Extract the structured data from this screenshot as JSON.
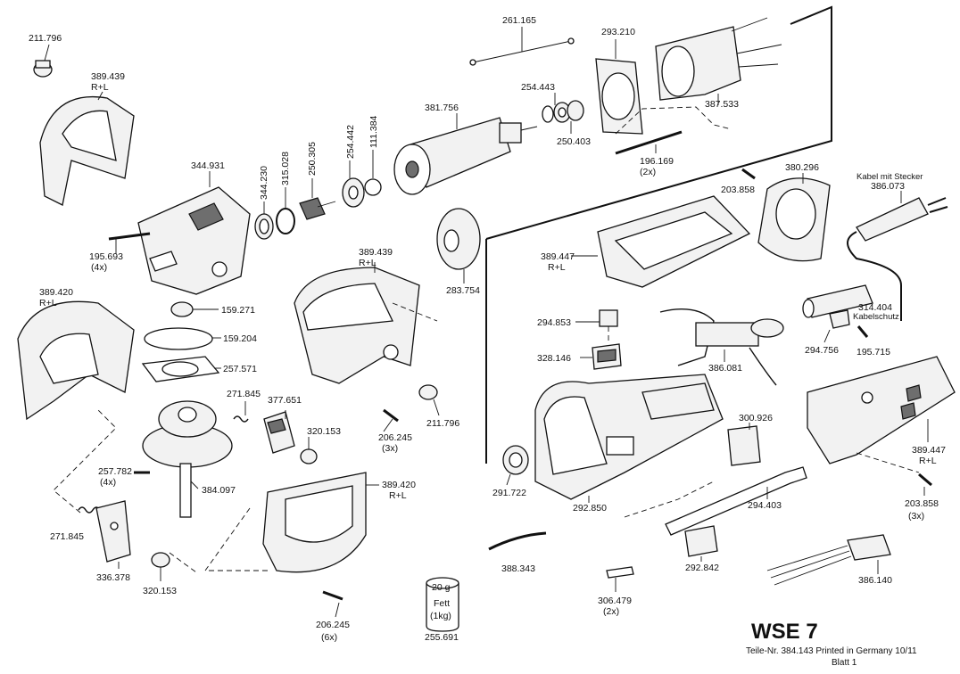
{
  "labels": {
    "p211796a": "211.796",
    "p389439a_1": "389.439",
    "p389439a_2": "R+L",
    "p261165": "261.165",
    "p293210": "293.210",
    "p254443": "254.443",
    "p387533": "387.533",
    "p381756": "381.756",
    "p250403": "250.403",
    "p111384": "111.384",
    "p254442": "254.442",
    "p250305": "250.305",
    "p315028": "315.028",
    "p344230": "344.230",
    "p344931": "344.931",
    "p196169_1": "196.169",
    "p196169_2": "(2x)",
    "p203858a": "203.858",
    "p380296": "380.296",
    "p386073_1": "Kabel mit Stecker",
    "p386073_2": "386.073",
    "p195693_1": "195.693",
    "p195693_2": "(4x)",
    "p389439b_1": "389.439",
    "p389439b_2": "R+L",
    "p283754": "283.754",
    "p389447a_1": "389.447",
    "p389447a_2": "R+L",
    "p389420a_1": "389.420",
    "p389420a_2": "R+L",
    "p159271": "159.271",
    "p159204": "159.204",
    "p257571": "257.571",
    "p314404_1": "314.404",
    "p314404_2": "Kabelschutz",
    "p294853": "294.853",
    "p328146": "328.146",
    "p386081": "386.081",
    "p294756": "294.756",
    "p195715": "195.715",
    "p271845a": "271.845",
    "p377651": "377.651",
    "p211796b": "211.796",
    "p206245a_1": "206.245",
    "p206245a_2": "(3x)",
    "p320153a": "320.153",
    "p300926": "300.926",
    "p389447b_1": "389.447",
    "p389447b_2": "R+L",
    "p257782_1": "257.782",
    "p257782_2": "(4x)",
    "p384097": "384.097",
    "p389420b_1": "389.420",
    "p389420b_2": "R+L",
    "p291722": "291.722",
    "p292850": "292.850",
    "p294403": "294.403",
    "p203858b_1": "203.858",
    "p203858b_2": "(3x)",
    "p271845b": "271.845",
    "p336378": "336.378",
    "p320153b": "320.153",
    "p388343": "388.343",
    "p292842": "292.842",
    "p386140": "386.140",
    "p306479_1": "306.479",
    "p306479_2": "(2x)",
    "p206245b_1": "206.245",
    "p206245b_2": "(6x)",
    "p255691": "255.691",
    "grease_1": "20 g",
    "grease_2": "Fett",
    "grease_3": "(1kg)"
  },
  "footer": {
    "model": "WSE 7",
    "part_number": "Teile-Nr. 384.143 Printed in Germany 10/11",
    "sheet": "Blatt 1"
  }
}
